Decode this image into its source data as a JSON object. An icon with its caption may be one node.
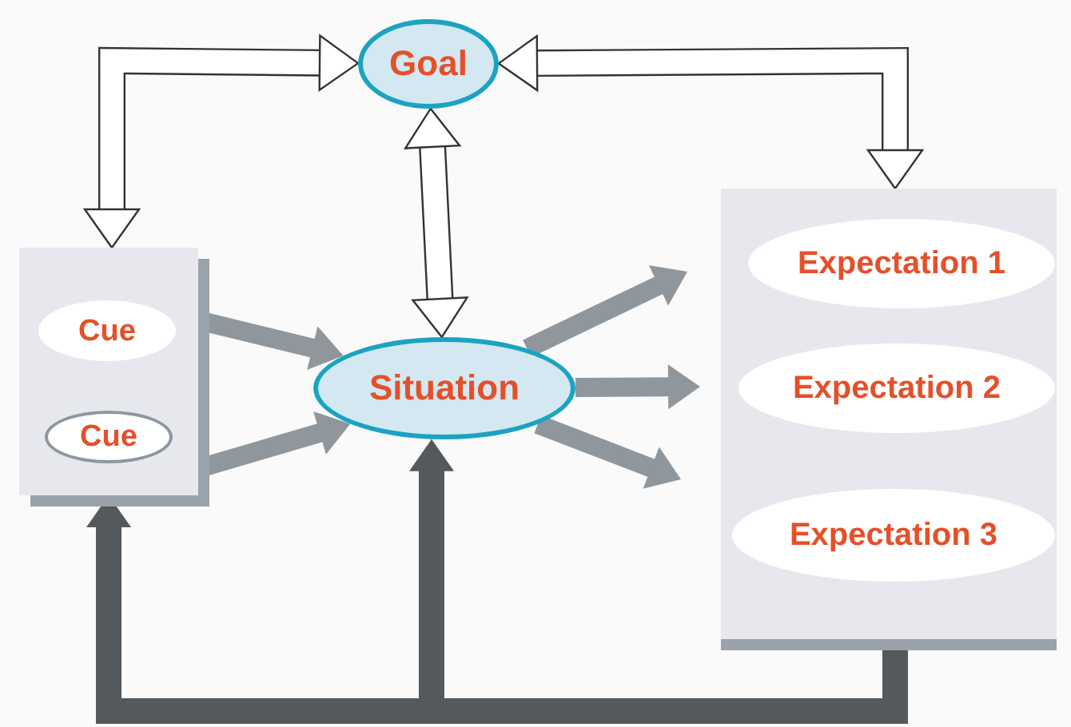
{
  "diagram": {
    "nodes": [
      {
        "text": [
          "Goal"
        ]
      },
      {
        "text": [],
        "shape": "box"
      },
      {
        "text": [
          "Cue"
        ],
        "in": 1
      },
      {
        "text": [
          "Cue"
        ],
        "in": 1
      },
      {
        "text": [
          "Situation"
        ]
      },
      {
        "text": [],
        "shape": "box"
      },
      {
        "text": [
          "Expectation 1"
        ],
        "in": 5
      },
      {
        "text": [
          "Expectation 2"
        ],
        "in": 5
      },
      {
        "text": [
          "Expectation 3"
        ],
        "in": 5
      }
    ],
    "edges": [
      {
        "from": 1,
        "to": 0,
        "arrow": "both",
        "color": "#333333"
      },
      {
        "from": 0,
        "to": 5,
        "arrow": "both",
        "color": "#333333"
      },
      {
        "from": 0,
        "to": 4,
        "arrow": "both",
        "color": "#333333"
      },
      {
        "from": 1,
        "to": 4,
        "arrow": "to"
      },
      {
        "from": 1,
        "to": 4,
        "arrow": "to"
      },
      {
        "from": 4,
        "to": null,
        "arrow": "to"
      },
      {
        "from": 4,
        "to": null,
        "arrow": "to"
      },
      {
        "from": 4,
        "to": null,
        "arrow": "to"
      },
      {
        "from": 5,
        "to": 1,
        "arrow": "to",
        "color": "#54595d"
      },
      {
        "from": 5,
        "to": 4,
        "arrow": "to",
        "color": "#54595d"
      }
    ]
  }
}
